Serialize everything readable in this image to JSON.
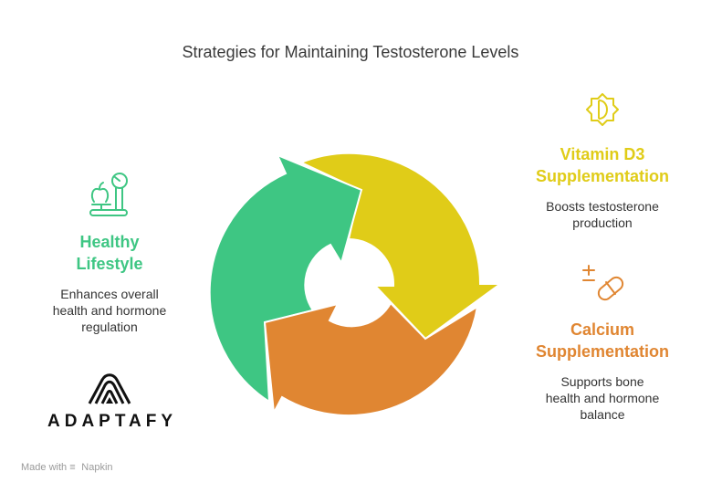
{
  "title": "Strategies for Maintaining Testosterone Levels",
  "colors": {
    "green": "#3ec683",
    "yellow": "#e0cc18",
    "orange": "#e08632"
  },
  "items": [
    {
      "id": "healthy-lifestyle",
      "icon": "scale-apple-icon",
      "heading_line1": "Healthy",
      "heading_line2": "Lifestyle",
      "desc_line1": "Enhances overall",
      "desc_line2": "health and hormone",
      "desc_line3": "regulation",
      "color": "#3ec683"
    },
    {
      "id": "vitamin-d3",
      "icon": "vitamin-d-sun-icon",
      "heading_line1": "Vitamin D3",
      "heading_line2": "Supplementation",
      "desc_line1": "Boosts testosterone",
      "desc_line2": "production",
      "color": "#e0cc18"
    },
    {
      "id": "calcium",
      "icon": "pill-plus-minus-icon",
      "heading_line1": "Calcium",
      "heading_line2": "Supplementation",
      "desc_line1": "Supports bone",
      "desc_line2": "health and hormone",
      "desc_line3": "balance",
      "color": "#e08632"
    }
  ],
  "logo": {
    "text": "ADAPTAFY"
  },
  "footer": {
    "made_with": "Made with",
    "brand": "Napkin"
  }
}
